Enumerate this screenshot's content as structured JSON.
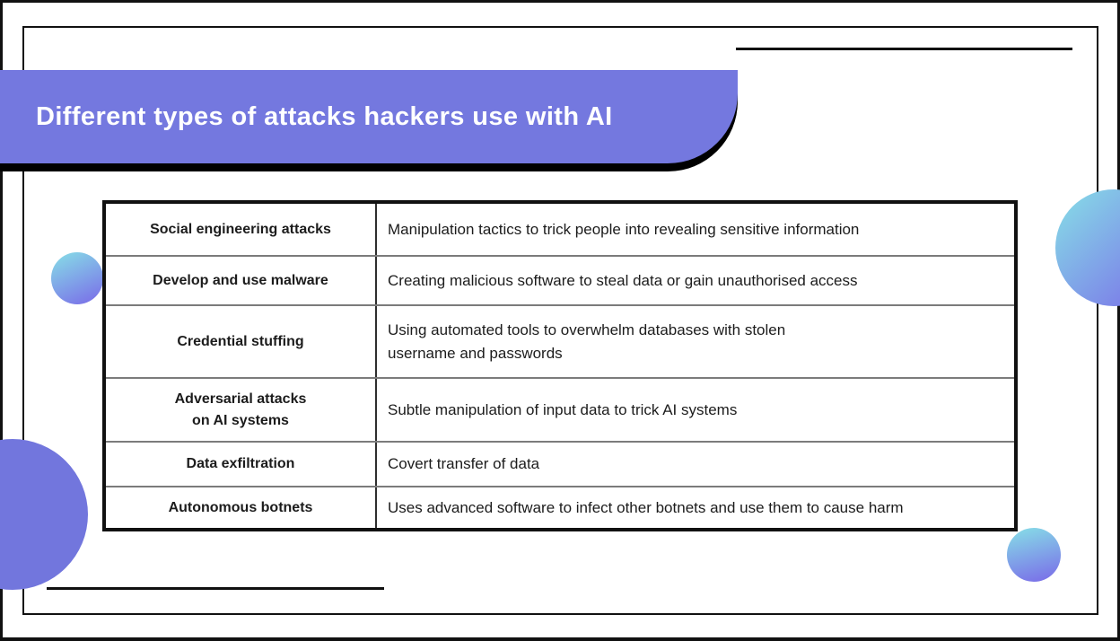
{
  "banner": {
    "title": "Different types of attacks hackers use with AI"
  },
  "colors": {
    "banner_purple": "#7478DF",
    "circle_purple": "#7276DD",
    "gradient_cyan": "#86DAE7",
    "gradient_blue": "#7A6FE8",
    "frame_black": "#111111",
    "row_divider_gray": "#7B7B7B",
    "column_divider_dark": "#2E2E2E",
    "text_dark": "#1C1C1C"
  },
  "table": {
    "rows": [
      {
        "type": "Social engineering attacks",
        "description": "Manipulation tactics to trick people into revealing sensitive information"
      },
      {
        "type": "Develop and use malware",
        "description": "Creating malicious software to steal data or gain unauthorised access"
      },
      {
        "type": "Credential stuffing",
        "description": "Using automated tools to overwhelm databases with stolen\nusername and passwords"
      },
      {
        "type": "Adversarial attacks\non AI systems",
        "description": "Subtle manipulation of input data to trick AI systems"
      },
      {
        "type": "Data exfiltration",
        "description": "Covert transfer of data"
      },
      {
        "type": "Autonomous botnets",
        "description": "Uses advanced software to infect other botnets and use them to cause harm"
      }
    ]
  }
}
